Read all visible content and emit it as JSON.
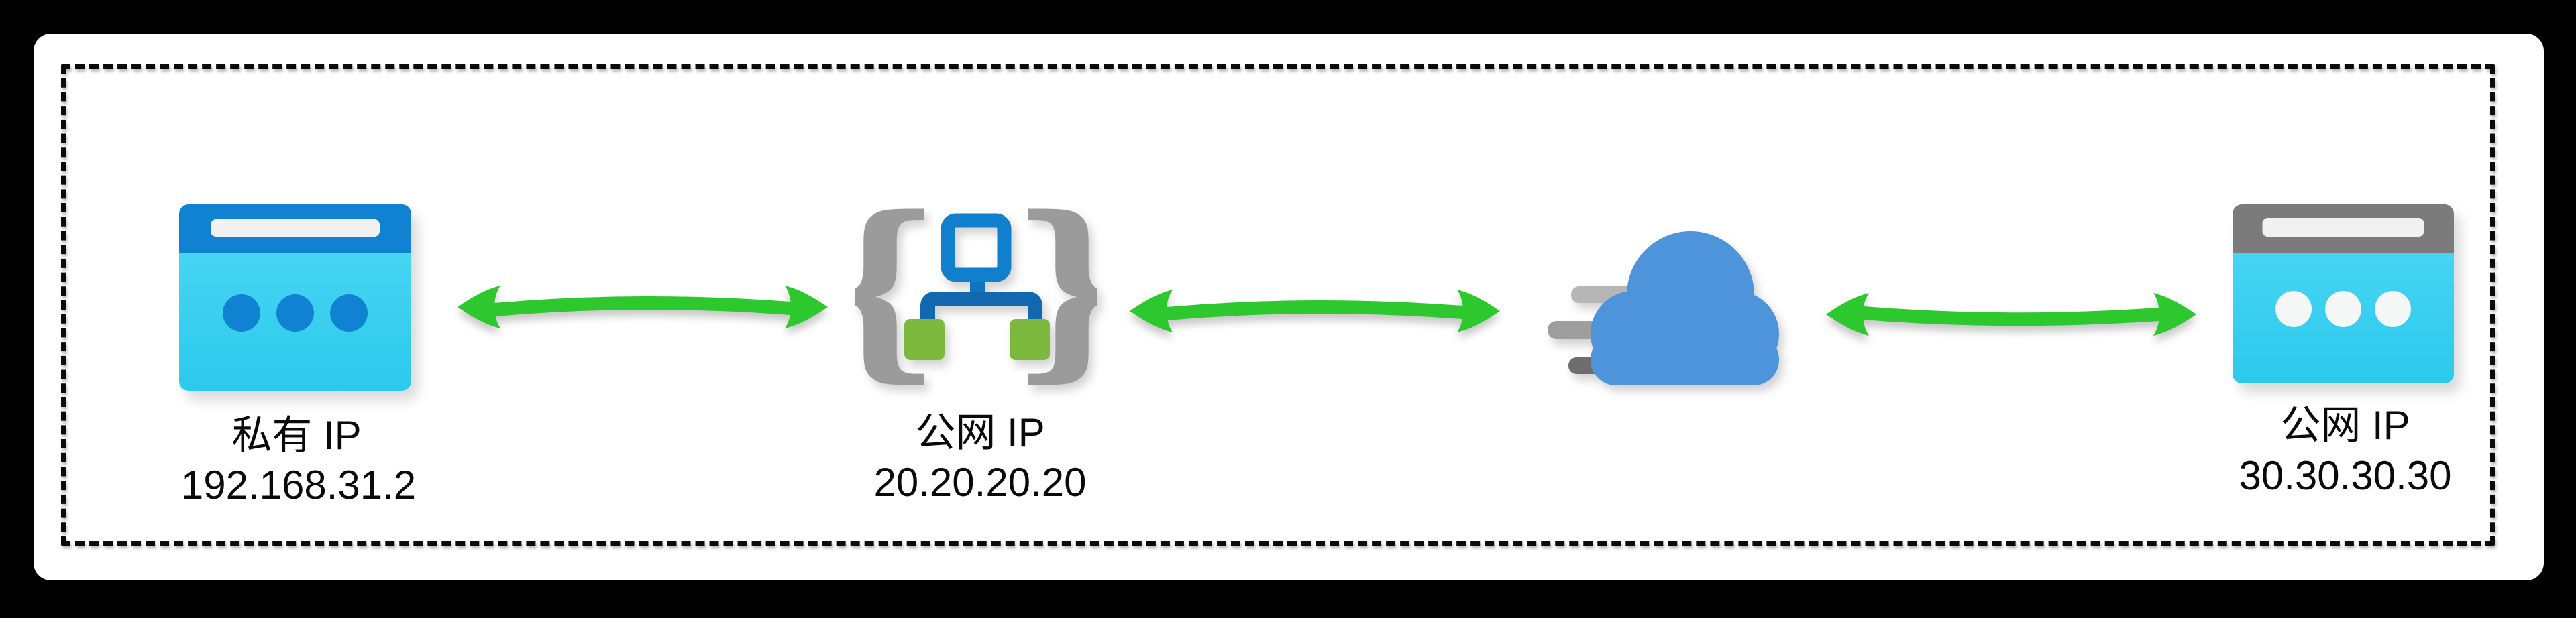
{
  "diagram_type": "nat-network-topology",
  "nodes": {
    "private_host": {
      "label": "私有 IP",
      "ip": "192.168.31.2",
      "icon": "browser-window-icon"
    },
    "nat_gateway": {
      "label": "公网 IP",
      "ip": "20.20.20.20",
      "icon": "curly-braces-network-icon",
      "brace_left": "{",
      "brace_right": "}"
    },
    "internet": {
      "icon": "cloud-icon"
    },
    "public_host": {
      "label": "公网 IP",
      "ip": "30.30.30.30",
      "icon": "browser-window-icon"
    }
  },
  "connections": [
    {
      "from": "private_host",
      "to": "nat_gateway",
      "style": "bidirectional-green-arrow"
    },
    {
      "from": "nat_gateway",
      "to": "internet",
      "style": "bidirectional-green-arrow"
    },
    {
      "from": "internet",
      "to": "public_host",
      "style": "bidirectional-green-arrow"
    }
  ],
  "colors": {
    "background": "#000000",
    "panel": "#ffffff",
    "dashed_border": "#0b0b0b",
    "arrow_green": "#2dc82d",
    "browser_blue_titlebar": "#1181d1",
    "browser_gray_titlebar": "#7b7b7b",
    "browser_body_cyan": "#3bd0ef",
    "dot_blue": "#1182d2",
    "dot_white": "#f4f7f6",
    "nat_router_blue": "#1080cd",
    "nat_lan_green": "#7cb93e",
    "brace_gray": "#9b9b9b",
    "cloud_blue": "#4d94da",
    "text": "#0a0a0a"
  }
}
